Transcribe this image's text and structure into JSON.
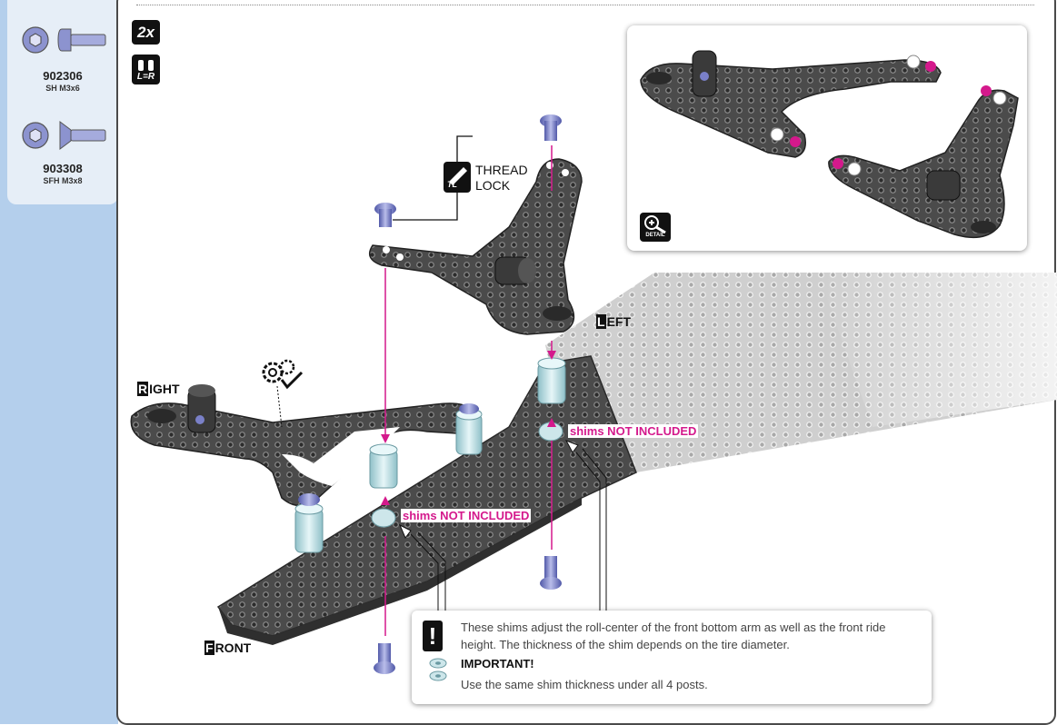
{
  "header": {
    "quantity_badge": "2x",
    "lr_badge": "L=R"
  },
  "parts": [
    {
      "code": "902306",
      "desc": "SH M3x6"
    },
    {
      "code": "903308",
      "desc": "SFH M3x8"
    }
  ],
  "diagram": {
    "thread_lock_label": "THREAD\nLOCK",
    "thread_lock_icon_text": "TL",
    "left_label_cap": "L",
    "left_label_rest": "EFT",
    "right_label_cap": "R",
    "right_label_rest": "IGHT",
    "front_label_cap": "F",
    "front_label_rest": "RONT",
    "shims_label": "shims NOT INCLUDED"
  },
  "detail": {
    "icon_text": "DETAIL"
  },
  "note": {
    "body": "These shims adjust the roll-center of the front bottom arm as well as the front ride height. The thickness of the shim depends on the tire diameter.",
    "important_label": "IMPORTANT!",
    "important_text": "Use the same shim thickness under all 4 posts."
  },
  "colors": {
    "sidebar": "#b4cfec",
    "accent_pink": "#d4198c",
    "carbon": "#4b4b4b",
    "screw": "#7a80c8",
    "post": "#b8dde3"
  }
}
